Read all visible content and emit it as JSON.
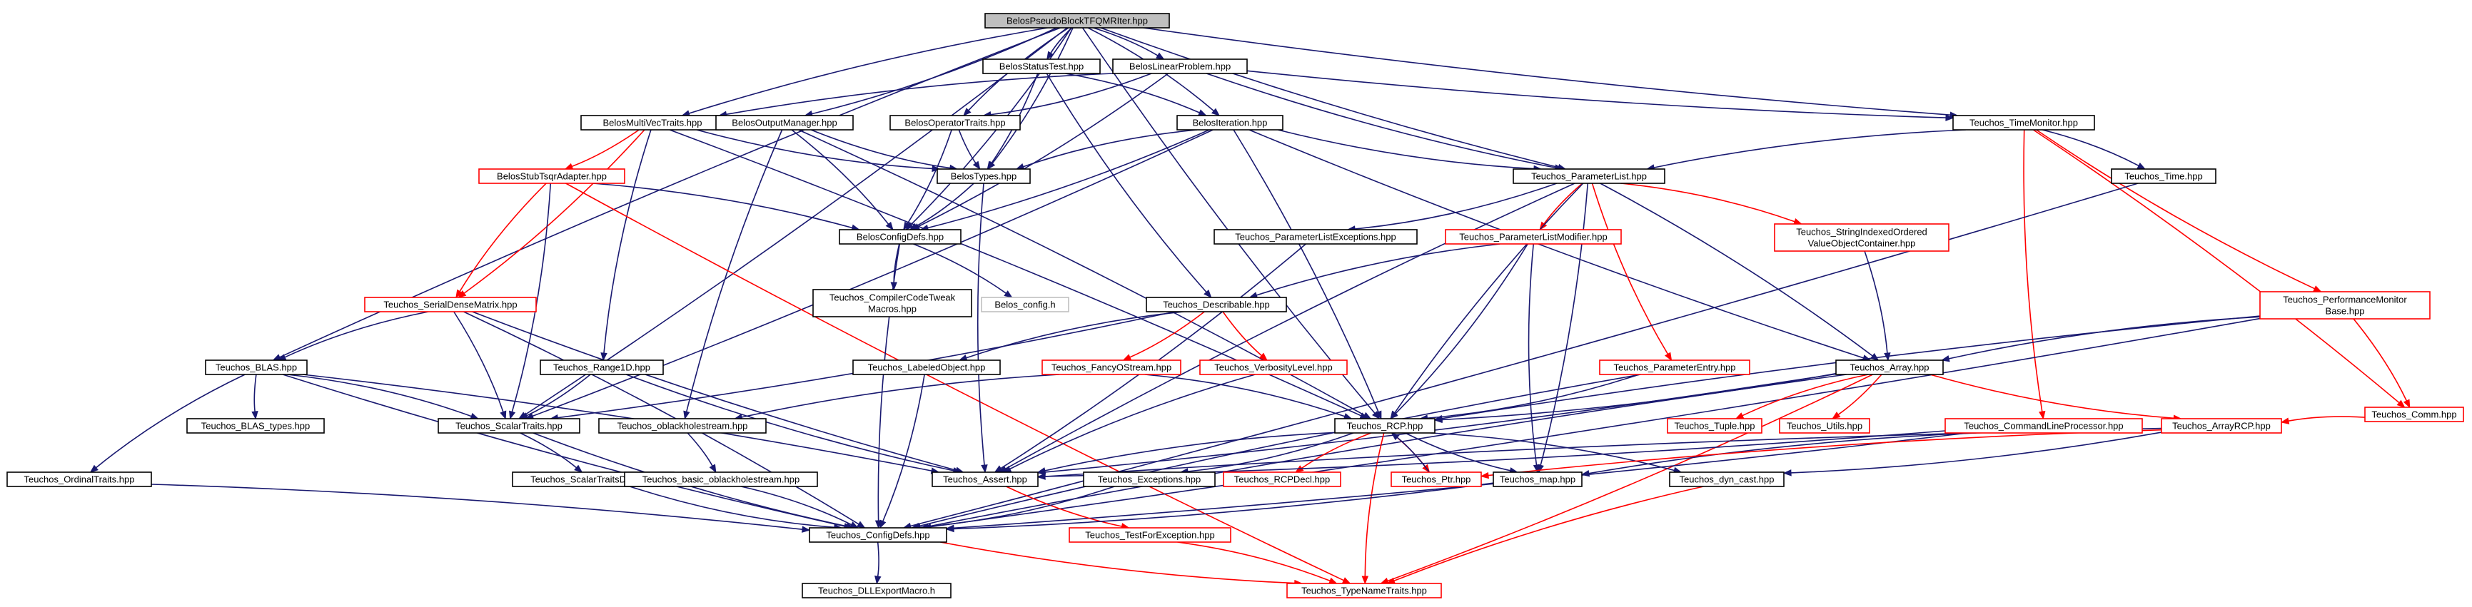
{
  "diagram": {
    "colors": {
      "edge": "#191970",
      "edge_red": "#ff0000",
      "node_border": "#000000",
      "node_border_red": "#ff0000",
      "node_border_gray": "#bfbfbf",
      "root_fill": "#bfbfbf"
    },
    "nodes": [
      {
        "id": "root",
        "lines": [
          "BelosPseudoBlockTFQMRIter.hpp"
        ],
        "style": "root"
      },
      {
        "id": "statustest",
        "lines": [
          "BelosStatusTest.hpp"
        ],
        "style": "black"
      },
      {
        "id": "linearproblem",
        "lines": [
          "BelosLinearProblem.hpp"
        ],
        "style": "black"
      },
      {
        "id": "multivectraits",
        "lines": [
          "BelosMultiVecTraits.hpp"
        ],
        "style": "black"
      },
      {
        "id": "outputmanager",
        "lines": [
          "BelosOutputManager.hpp"
        ],
        "style": "black"
      },
      {
        "id": "operatortraits",
        "lines": [
          "BelosOperatorTraits.hpp"
        ],
        "style": "black"
      },
      {
        "id": "iteration",
        "lines": [
          "BelosIteration.hpp"
        ],
        "style": "black"
      },
      {
        "id": "timemonitor",
        "lines": [
          "Teuchos_TimeMonitor.hpp"
        ],
        "style": "black"
      },
      {
        "id": "stubtsqr",
        "lines": [
          "BelosStubTsqrAdapter.hpp"
        ],
        "style": "red"
      },
      {
        "id": "belostypes",
        "lines": [
          "BelosTypes.hpp"
        ],
        "style": "black"
      },
      {
        "id": "parameterlist",
        "lines": [
          "Teuchos_ParameterList.hpp"
        ],
        "style": "black"
      },
      {
        "id": "time",
        "lines": [
          "Teuchos_Time.hpp"
        ],
        "style": "black"
      },
      {
        "id": "belosconfigdefs",
        "lines": [
          "BelosConfigDefs.hpp"
        ],
        "style": "black"
      },
      {
        "id": "plexceptions",
        "lines": [
          "Teuchos_ParameterListExceptions.hpp"
        ],
        "style": "black"
      },
      {
        "id": "plmodifier",
        "lines": [
          "Teuchos_ParameterListModifier.hpp"
        ],
        "style": "red"
      },
      {
        "id": "stringindexed",
        "lines": [
          "Teuchos_StringIndexedOrdered",
          "ValueObjectContainer.hpp"
        ],
        "style": "red"
      },
      {
        "id": "perfmonitor",
        "lines": [
          "Teuchos_PerformanceMonitor",
          "Base.hpp"
        ],
        "style": "red"
      },
      {
        "id": "serialdense",
        "lines": [
          "Teuchos_SerialDenseMatrix.hpp"
        ],
        "style": "red"
      },
      {
        "id": "compilercode",
        "lines": [
          "Teuchos_CompilerCodeTweak",
          "Macros.hpp"
        ],
        "style": "black"
      },
      {
        "id": "belosconfigh",
        "lines": [
          "Belos_config.h"
        ],
        "style": "gray"
      },
      {
        "id": "describable",
        "lines": [
          "Teuchos_Describable.hpp"
        ],
        "style": "black"
      },
      {
        "id": "blas",
        "lines": [
          "Teuchos_BLAS.hpp"
        ],
        "style": "black"
      },
      {
        "id": "range1d",
        "lines": [
          "Teuchos_Range1D.hpp"
        ],
        "style": "black"
      },
      {
        "id": "labeledobject",
        "lines": [
          "Teuchos_LabeledObject.hpp"
        ],
        "style": "black"
      },
      {
        "id": "fancyostream",
        "lines": [
          "Teuchos_FancyOStream.hpp"
        ],
        "style": "red"
      },
      {
        "id": "verbositylevel",
        "lines": [
          "Teuchos_VerbosityLevel.hpp"
        ],
        "style": "red"
      },
      {
        "id": "parameterentry",
        "lines": [
          "Teuchos_ParameterEntry.hpp"
        ],
        "style": "red"
      },
      {
        "id": "array",
        "lines": [
          "Teuchos_Array.hpp"
        ],
        "style": "black"
      },
      {
        "id": "comm",
        "lines": [
          "Teuchos_Comm.hpp"
        ],
        "style": "red"
      },
      {
        "id": "blastypes",
        "lines": [
          "Teuchos_BLAS_types.hpp"
        ],
        "style": "black"
      },
      {
        "id": "scalartraits",
        "lines": [
          "Teuchos_ScalarTraits.hpp"
        ],
        "style": "black"
      },
      {
        "id": "oblackhole",
        "lines": [
          "Teuchos_oblackholestream.hpp"
        ],
        "style": "black"
      },
      {
        "id": "rcp",
        "lines": [
          "Teuchos_RCP.hpp"
        ],
        "style": "black"
      },
      {
        "id": "tuple",
        "lines": [
          "Teuchos_Tuple.hpp"
        ],
        "style": "red"
      },
      {
        "id": "utils",
        "lines": [
          "Teuchos_Utils.hpp"
        ],
        "style": "red"
      },
      {
        "id": "cmdline",
        "lines": [
          "Teuchos_CommandLineProcessor.hpp"
        ],
        "style": "red"
      },
      {
        "id": "arrayrcp",
        "lines": [
          "Teuchos_ArrayRCP.hpp"
        ],
        "style": "red"
      },
      {
        "id": "ordinaltraits",
        "lines": [
          "Teuchos_OrdinalTraits.hpp"
        ],
        "style": "black"
      },
      {
        "id": "scalartraitsdecl",
        "lines": [
          "Teuchos_ScalarTraitsDecl.hpp"
        ],
        "style": "black"
      },
      {
        "id": "basicoblack",
        "lines": [
          "Teuchos_basic_oblackholestream.hpp"
        ],
        "style": "black"
      },
      {
        "id": "assert",
        "lines": [
          "Teuchos_Assert.hpp"
        ],
        "style": "black"
      },
      {
        "id": "exceptions",
        "lines": [
          "Teuchos_Exceptions.hpp"
        ],
        "style": "black"
      },
      {
        "id": "rcpdecl",
        "lines": [
          "Teuchos_RCPDecl.hpp"
        ],
        "style": "red"
      },
      {
        "id": "ptr",
        "lines": [
          "Teuchos_Ptr.hpp"
        ],
        "style": "red"
      },
      {
        "id": "map",
        "lines": [
          "Teuchos_map.hpp"
        ],
        "style": "black"
      },
      {
        "id": "dyncast",
        "lines": [
          "Teuchos_dyn_cast.hpp"
        ],
        "style": "black"
      },
      {
        "id": "teuchosconfigdefs",
        "lines": [
          "Teuchos_ConfigDefs.hpp"
        ],
        "style": "black"
      },
      {
        "id": "testforexception",
        "lines": [
          "Teuchos_TestForException.hpp"
        ],
        "style": "red"
      },
      {
        "id": "dllexport",
        "lines": [
          "Teuchos_DLLExportMacro.h"
        ],
        "style": "black"
      },
      {
        "id": "typenametraits",
        "lines": [
          "Teuchos_TypeNameTraits.hpp"
        ],
        "style": "red"
      }
    ],
    "edges": [
      [
        "root",
        "statustest"
      ],
      [
        "root",
        "linearproblem"
      ],
      [
        "root",
        "multivectraits"
      ],
      [
        "root",
        "outputmanager"
      ],
      [
        "root",
        "operatortraits"
      ],
      [
        "root",
        "iteration"
      ],
      [
        "root",
        "timemonitor"
      ],
      [
        "root",
        "belostypes"
      ],
      [
        "root",
        "parameterlist"
      ],
      [
        "root",
        "belosconfigdefs"
      ],
      [
        "root",
        "blas"
      ],
      [
        "root",
        "scalartraits"
      ],
      [
        "root",
        "rcp"
      ],
      [
        "statustest",
        "belostypes"
      ],
      [
        "statustest",
        "describable"
      ],
      [
        "statustest",
        "iteration"
      ],
      [
        "linearproblem",
        "multivectraits"
      ],
      [
        "linearproblem",
        "operatortraits"
      ],
      [
        "linearproblem",
        "timemonitor"
      ],
      [
        "linearproblem",
        "belosconfigdefs"
      ],
      [
        "linearproblem",
        "parameterlist"
      ],
      [
        "multivectraits",
        "stubtsqr"
      ],
      [
        "multivectraits",
        "belostypes"
      ],
      [
        "multivectraits",
        "serialdense"
      ],
      [
        "multivectraits",
        "range1d"
      ],
      [
        "multivectraits",
        "rcp"
      ],
      [
        "outputmanager",
        "belostypes"
      ],
      [
        "outputmanager",
        "belosconfigdefs"
      ],
      [
        "outputmanager",
        "oblackhole"
      ],
      [
        "outputmanager",
        "rcp"
      ],
      [
        "operatortraits",
        "belostypes"
      ],
      [
        "operatortraits",
        "belosconfigdefs"
      ],
      [
        "iteration",
        "belostypes"
      ],
      [
        "iteration",
        "belosconfigdefs"
      ],
      [
        "iteration",
        "parameterlist"
      ],
      [
        "iteration",
        "rcp"
      ],
      [
        "iteration",
        "array"
      ],
      [
        "iteration",
        "scalartraits"
      ],
      [
        "timemonitor",
        "parameterlist"
      ],
      [
        "timemonitor",
        "time"
      ],
      [
        "timemonitor",
        "perfmonitor"
      ],
      [
        "timemonitor",
        "comm"
      ],
      [
        "timemonitor",
        "cmdline"
      ],
      [
        "stubtsqr",
        "belosconfigdefs"
      ],
      [
        "stubtsqr",
        "serialdense"
      ],
      [
        "stubtsqr",
        "scalartraits"
      ],
      [
        "stubtsqr",
        "typenametraits"
      ],
      [
        "belostypes",
        "belosconfigdefs"
      ],
      [
        "belostypes",
        "assert"
      ],
      [
        "parameterlist",
        "plexceptions"
      ],
      [
        "parameterlist",
        "plmodifier"
      ],
      [
        "parameterlist",
        "stringindexed"
      ],
      [
        "parameterlist",
        "parameterentry"
      ],
      [
        "parameterlist",
        "array"
      ],
      [
        "parameterlist",
        "rcp"
      ],
      [
        "parameterlist",
        "map"
      ],
      [
        "parameterlist",
        "assert"
      ],
      [
        "time",
        "teuchosconfigdefs"
      ],
      [
        "belosconfigdefs",
        "compilercode"
      ],
      [
        "belosconfigdefs",
        "belosconfigh"
      ],
      [
        "belosconfigdefs",
        "teuchosconfigdefs"
      ],
      [
        "plexceptions",
        "assert"
      ],
      [
        "plmodifier",
        "describable"
      ],
      [
        "plmodifier",
        "rcp"
      ],
      [
        "plmodifier",
        "map"
      ],
      [
        "stringindexed",
        "array"
      ],
      [
        "perfmonitor",
        "array"
      ],
      [
        "perfmonitor",
        "comm"
      ],
      [
        "perfmonitor",
        "rcp"
      ],
      [
        "perfmonitor",
        "teuchosconfigdefs"
      ],
      [
        "serialdense",
        "blas"
      ],
      [
        "serialdense",
        "scalartraits"
      ],
      [
        "serialdense",
        "assert"
      ],
      [
        "serialdense",
        "teuchosconfigdefs"
      ],
      [
        "describable",
        "labeledobject"
      ],
      [
        "describable",
        "fancyostream"
      ],
      [
        "describable",
        "verbositylevel"
      ],
      [
        "describable",
        "scalartraits"
      ],
      [
        "blas",
        "blastypes"
      ],
      [
        "blas",
        "scalartraits"
      ],
      [
        "blas",
        "ordinaltraits"
      ],
      [
        "blas",
        "assert"
      ],
      [
        "blas",
        "teuchosconfigdefs"
      ],
      [
        "range1d",
        "scalartraits"
      ],
      [
        "range1d",
        "assert"
      ],
      [
        "labeledobject",
        "teuchosconfigdefs"
      ],
      [
        "fancyostream",
        "oblackhole"
      ],
      [
        "fancyostream",
        "rcp"
      ],
      [
        "verbositylevel",
        "assert"
      ],
      [
        "parameterentry",
        "rcp"
      ],
      [
        "parameterentry",
        "teuchosconfigdefs"
      ],
      [
        "array",
        "rcp"
      ],
      [
        "array",
        "tuple"
      ],
      [
        "array",
        "utils"
      ],
      [
        "array",
        "arrayrcp"
      ],
      [
        "array",
        "assert"
      ],
      [
        "array",
        "teuchosconfigdefs"
      ],
      [
        "array",
        "typenametraits"
      ],
      [
        "comm",
        "arrayrcp"
      ],
      [
        "scalartraits",
        "scalartraitsdecl"
      ],
      [
        "scalartraits",
        "teuchosconfigdefs"
      ],
      [
        "oblackhole",
        "basicoblack"
      ],
      [
        "rcp",
        "assert"
      ],
      [
        "rcp",
        "exceptions"
      ],
      [
        "rcp",
        "rcpdecl"
      ],
      [
        "rcp",
        "ptr"
      ],
      [
        "rcp",
        "map"
      ],
      [
        "rcp",
        "dyncast"
      ],
      [
        "rcp",
        "typenametraits"
      ],
      [
        "cmdline",
        "assert"
      ],
      [
        "cmdline",
        "map"
      ],
      [
        "cmdline",
        "teuchosconfigdefs"
      ],
      [
        "arrayrcp",
        "ptr"
      ],
      [
        "arrayrcp",
        "dyncast"
      ],
      [
        "arrayrcp",
        "assert"
      ],
      [
        "ordinaltraits",
        "teuchosconfigdefs"
      ],
      [
        "scalartraitsdecl",
        "teuchosconfigdefs"
      ],
      [
        "basicoblack",
        "teuchosconfigdefs"
      ],
      [
        "assert",
        "testforexception"
      ],
      [
        "exceptions",
        "teuchosconfigdefs"
      ],
      [
        "ptr",
        "rcp"
      ],
      [
        "map",
        "teuchosconfigdefs"
      ],
      [
        "dyncast",
        "typenametraits"
      ],
      [
        "teuchosconfigdefs",
        "dllexport"
      ],
      [
        "teuchosconfigdefs",
        "typenametraits"
      ],
      [
        "testforexception",
        "typenametraits"
      ]
    ]
  }
}
